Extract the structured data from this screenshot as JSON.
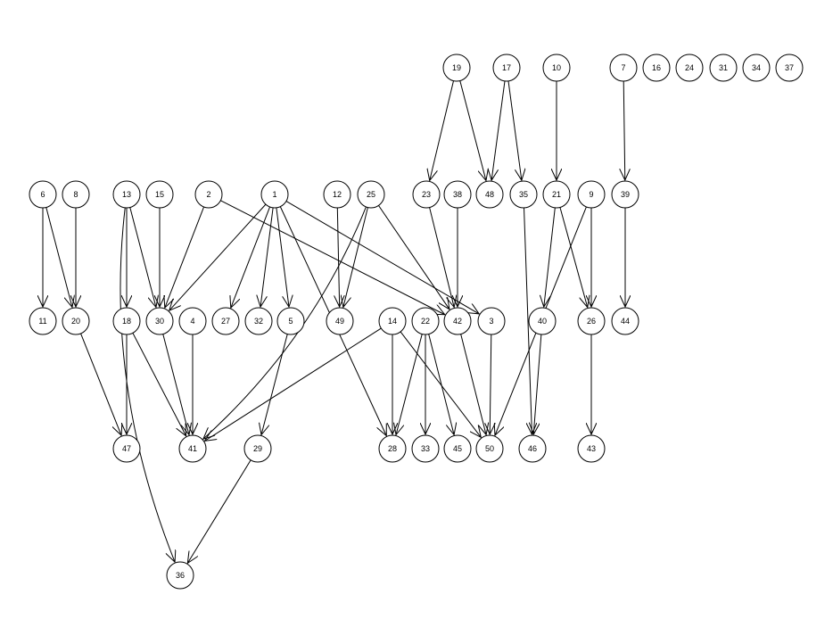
{
  "graph": {
    "style": {
      "node_stroke": "#000000",
      "edge_color": "#000000",
      "background": "#ffffff"
    },
    "nodes": [
      {
        "id": "19"
      },
      {
        "id": "17"
      },
      {
        "id": "10"
      },
      {
        "id": "7"
      },
      {
        "id": "16"
      },
      {
        "id": "24"
      },
      {
        "id": "31"
      },
      {
        "id": "34"
      },
      {
        "id": "37"
      },
      {
        "id": "6"
      },
      {
        "id": "8"
      },
      {
        "id": "13"
      },
      {
        "id": "15"
      },
      {
        "id": "2"
      },
      {
        "id": "1"
      },
      {
        "id": "12"
      },
      {
        "id": "25"
      },
      {
        "id": "23"
      },
      {
        "id": "38"
      },
      {
        "id": "48"
      },
      {
        "id": "35"
      },
      {
        "id": "21"
      },
      {
        "id": "9"
      },
      {
        "id": "39"
      },
      {
        "id": "11"
      },
      {
        "id": "20"
      },
      {
        "id": "18"
      },
      {
        "id": "30"
      },
      {
        "id": "4"
      },
      {
        "id": "27"
      },
      {
        "id": "32"
      },
      {
        "id": "5"
      },
      {
        "id": "49"
      },
      {
        "id": "14"
      },
      {
        "id": "22"
      },
      {
        "id": "42"
      },
      {
        "id": "3"
      },
      {
        "id": "40"
      },
      {
        "id": "26"
      },
      {
        "id": "44"
      },
      {
        "id": "47"
      },
      {
        "id": "41"
      },
      {
        "id": "29"
      },
      {
        "id": "28"
      },
      {
        "id": "33"
      },
      {
        "id": "45"
      },
      {
        "id": "50"
      },
      {
        "id": "46"
      },
      {
        "id": "43"
      },
      {
        "id": "36"
      }
    ],
    "edges": [
      {
        "from": "19",
        "to": "23"
      },
      {
        "from": "19",
        "to": "48"
      },
      {
        "from": "17",
        "to": "48"
      },
      {
        "from": "17",
        "to": "35"
      },
      {
        "from": "10",
        "to": "21"
      },
      {
        "from": "7",
        "to": "39"
      },
      {
        "from": "6",
        "to": "11"
      },
      {
        "from": "6",
        "to": "20"
      },
      {
        "from": "8",
        "to": "20"
      },
      {
        "from": "13",
        "to": "18"
      },
      {
        "from": "13",
        "to": "30"
      },
      {
        "from": "13",
        "to": "36"
      },
      {
        "from": "15",
        "to": "30"
      },
      {
        "from": "2",
        "to": "30"
      },
      {
        "from": "2",
        "to": "42"
      },
      {
        "from": "1",
        "to": "30"
      },
      {
        "from": "1",
        "to": "27"
      },
      {
        "from": "1",
        "to": "32"
      },
      {
        "from": "1",
        "to": "5"
      },
      {
        "from": "1",
        "to": "28"
      },
      {
        "from": "1",
        "to": "3"
      },
      {
        "from": "12",
        "to": "49"
      },
      {
        "from": "25",
        "to": "49"
      },
      {
        "from": "25",
        "to": "42"
      },
      {
        "from": "25",
        "to": "41"
      },
      {
        "from": "23",
        "to": "42"
      },
      {
        "from": "38",
        "to": "42"
      },
      {
        "from": "35",
        "to": "46"
      },
      {
        "from": "21",
        "to": "40"
      },
      {
        "from": "21",
        "to": "26"
      },
      {
        "from": "9",
        "to": "26"
      },
      {
        "from": "9",
        "to": "50"
      },
      {
        "from": "39",
        "to": "44"
      },
      {
        "from": "20",
        "to": "47"
      },
      {
        "from": "18",
        "to": "47"
      },
      {
        "from": "18",
        "to": "41"
      },
      {
        "from": "30",
        "to": "41"
      },
      {
        "from": "4",
        "to": "41"
      },
      {
        "from": "5",
        "to": "29"
      },
      {
        "from": "14",
        "to": "41"
      },
      {
        "from": "14",
        "to": "28"
      },
      {
        "from": "14",
        "to": "50"
      },
      {
        "from": "22",
        "to": "28"
      },
      {
        "from": "22",
        "to": "33"
      },
      {
        "from": "22",
        "to": "45"
      },
      {
        "from": "42",
        "to": "50"
      },
      {
        "from": "3",
        "to": "50"
      },
      {
        "from": "40",
        "to": "46"
      },
      {
        "from": "26",
        "to": "43"
      },
      {
        "from": "29",
        "to": "36"
      }
    ]
  }
}
